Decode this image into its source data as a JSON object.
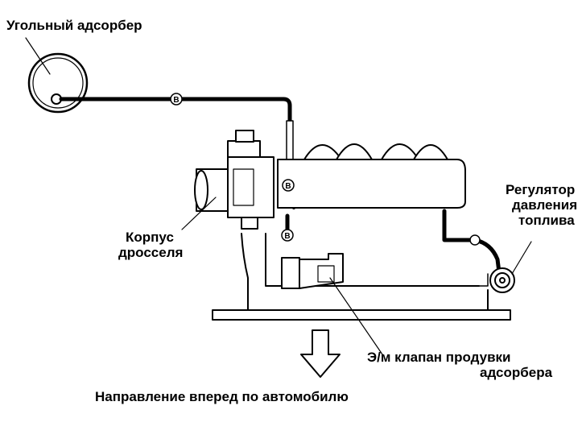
{
  "labels": {
    "adsorber": "Угольный адсорбер",
    "throttle_line1": "Корпус",
    "throttle_line2": "дросселя",
    "regulator_line1": "Регулятор",
    "regulator_line2": "давления",
    "regulator_line3": "топлива",
    "valve_line1": "Э/м клапан продувки",
    "valve_line2": "адсорбера",
    "direction": "Направление вперед по автомобилю"
  },
  "hose_markers": [
    "B",
    "B",
    "B"
  ],
  "colors": {
    "ink": "#000000",
    "paper": "#ffffff"
  }
}
